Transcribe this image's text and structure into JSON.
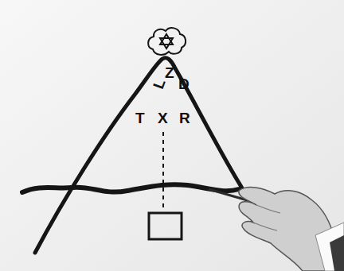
{
  "diagram": {
    "labels": [
      "L",
      "Z",
      "D",
      "T",
      "X",
      "R"
    ]
  }
}
